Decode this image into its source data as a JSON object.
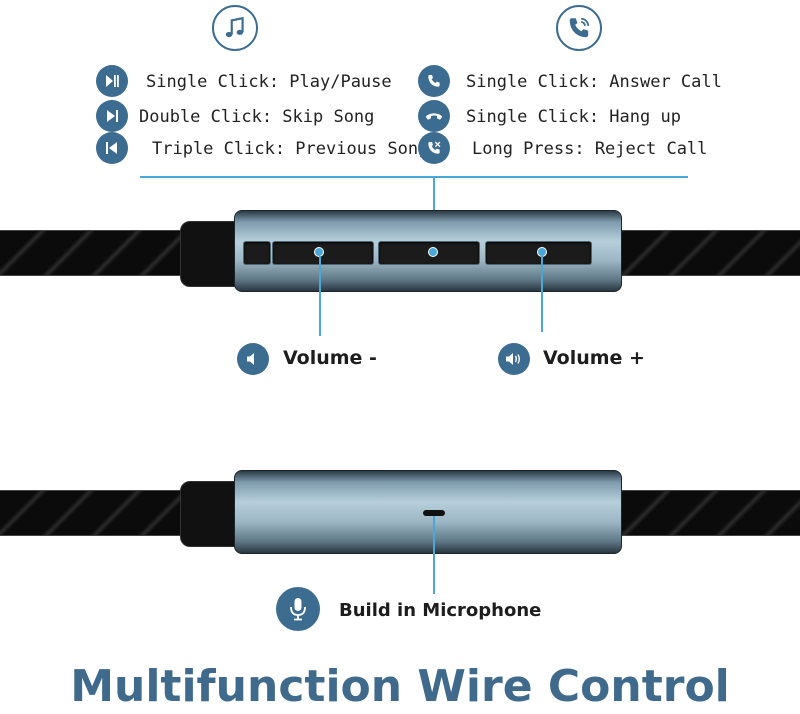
{
  "music_functions": [
    {
      "icon": "play-pause-icon",
      "text": "Single Click: Play/Pause"
    },
    {
      "icon": "skip-next-icon",
      "text": "Double Click: Skip Song"
    },
    {
      "icon": "skip-previous-icon",
      "text": "Triple Click: Previous Song"
    }
  ],
  "call_functions": [
    {
      "icon": "phone-icon",
      "text": "Single Click: Answer Call"
    },
    {
      "icon": "hang-up-icon",
      "text": "Single Click: Hang up"
    },
    {
      "icon": "reject-call-icon",
      "text": "Long Press: Reject Call"
    }
  ],
  "volume_down_label": "Volume -",
  "volume_up_label": "Volume +",
  "microphone_label": "Build in Microphone",
  "title": "Multifunction Wire Control",
  "colors": {
    "icon_blue": "#3d6c91",
    "line_blue": "#4aa8d8",
    "title": "#3f6a8c"
  }
}
